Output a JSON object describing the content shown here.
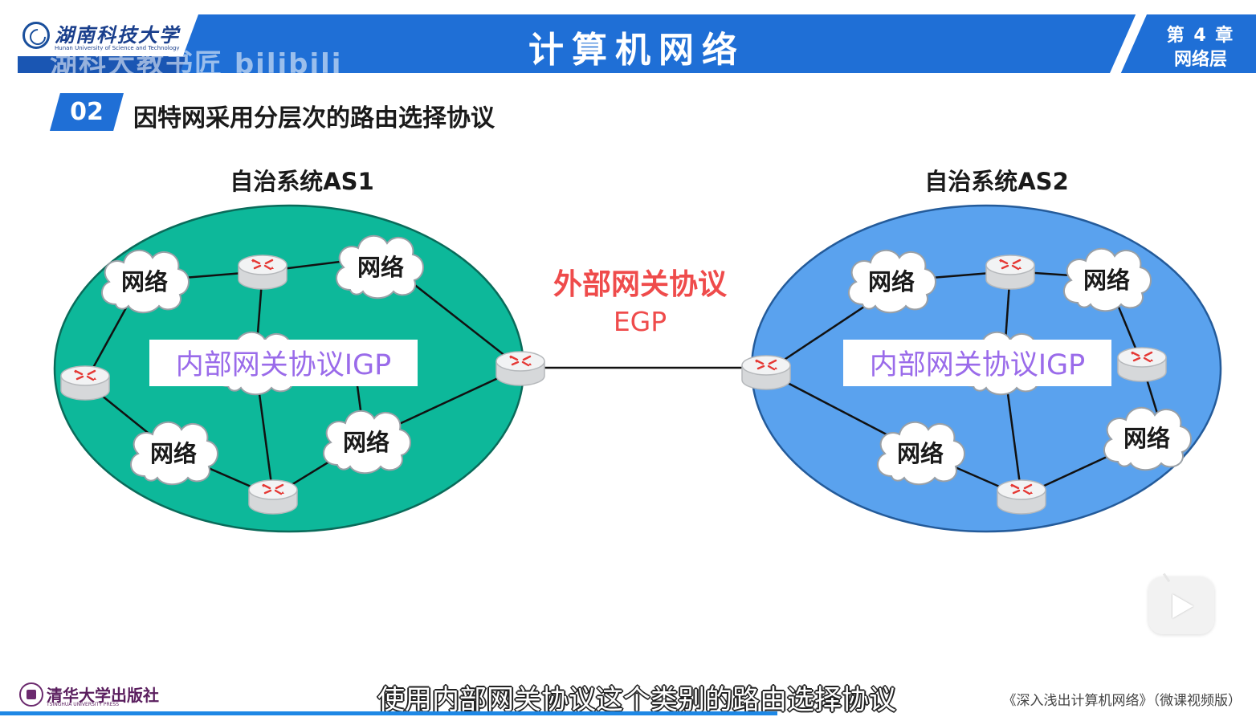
{
  "header": {
    "university_name": "湖南科技大学",
    "university_en": "Hunan University of Science and Technology",
    "watermark": "湖科大教书匠 bilibili",
    "course_title": "计算机网络",
    "chapter": "第 4 章",
    "chapter_name": "网络层"
  },
  "section": {
    "number": "02",
    "title": "因特网采用分层次的路由选择协议"
  },
  "diagram": {
    "as1": {
      "label": "自治系统AS1",
      "igp_label": "内部网关协议IGP",
      "networks": [
        "网络",
        "网络",
        "网络",
        "网络"
      ],
      "color": "#0db89a"
    },
    "as2": {
      "label": "自治系统AS2",
      "igp_label": "内部网关协议IGP",
      "networks": [
        "网络",
        "网络",
        "网络",
        "网络"
      ],
      "color": "#5aa2ee"
    },
    "egp": {
      "label_line1": "外部网关协议",
      "label_line2": "EGP",
      "color": "#ef4b4b"
    }
  },
  "footer": {
    "publisher": "清华大学出版社",
    "publisher_en": "TSINGHUA UNIVERSITY PRESS",
    "book": "《深入浅出计算机网络》（微课视频版）",
    "subtitle": "使用内部网关协议这个类别的路由选择协议"
  }
}
